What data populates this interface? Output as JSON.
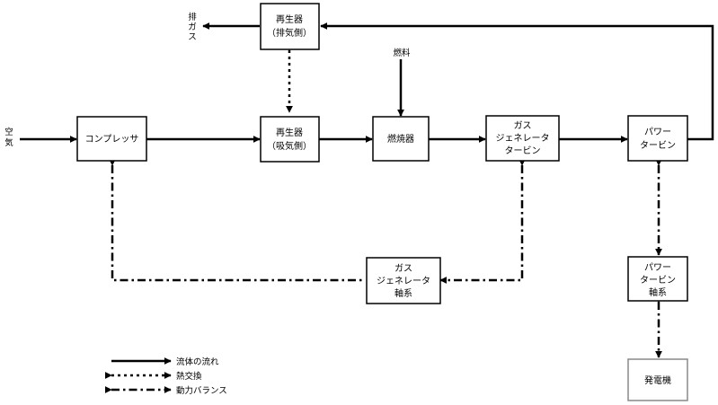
{
  "nodes": {
    "regen_exhaust": {
      "lines": [
        "再生器",
        "（排気側）"
      ]
    },
    "regen_intake": {
      "lines": [
        "再生器",
        "（吸気側）"
      ]
    },
    "compressor": {
      "lines": [
        "コンプレッサ"
      ]
    },
    "combustor": {
      "lines": [
        "燃焼器"
      ]
    },
    "gas_gen_turbine": {
      "lines": [
        "ガス",
        "ジェネレータ",
        "タービン"
      ]
    },
    "power_turbine": {
      "lines": [
        "パワー",
        "タービン"
      ]
    },
    "gas_gen_shaft": {
      "lines": [
        "ガス",
        "ジェネレータ",
        "軸系"
      ]
    },
    "power_turbine_shaft": {
      "lines": [
        "パワー",
        "タービン",
        "軸系"
      ]
    },
    "generator": {
      "lines": [
        "発電機"
      ]
    }
  },
  "labels": {
    "exhaust": [
      "排",
      "ガ",
      "ス"
    ],
    "air": [
      "空",
      "気"
    ],
    "fuel": "燃料"
  },
  "legend": {
    "flow": "流体の流れ",
    "heat": "熱交換",
    "power": "動力バランス"
  },
  "colors": {
    "line": "#000000",
    "box_border": "#000000",
    "generator_border": "#888888",
    "background": "#ffffff"
  }
}
